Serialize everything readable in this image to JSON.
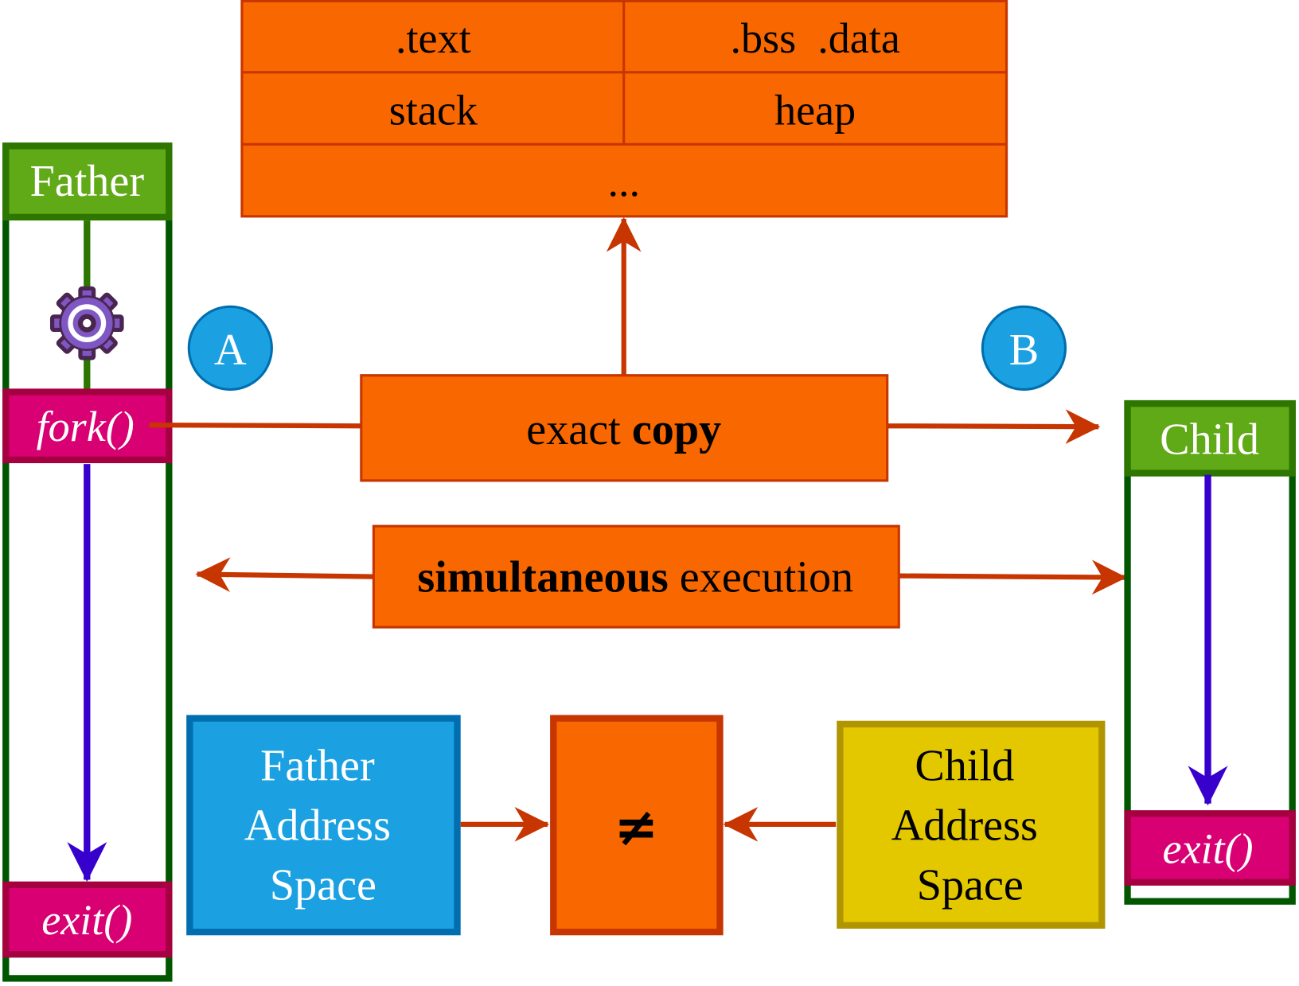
{
  "memory_table": {
    "cells": [
      ".text",
      ".bss  .data",
      "stack",
      "heap"
    ],
    "more": "..."
  },
  "father": {
    "title": "Father",
    "fork": "fork()",
    "exit": "exit()"
  },
  "child": {
    "title": "Child",
    "exit": "exit()"
  },
  "markers": {
    "a": "A",
    "b": "B"
  },
  "copy_box": {
    "normal": "exact ",
    "bold": "copy"
  },
  "exec_box": {
    "bold": "simultaneous",
    "normal": " execution"
  },
  "address_spaces": {
    "father": [
      "Father",
      "Address",
      "Space"
    ],
    "child": [
      "Child",
      "Address",
      "Space"
    ],
    "compare": "≠"
  },
  "colors": {
    "orange": "#F96800",
    "orange_border": "#C73500",
    "green": "#60A917",
    "green_border": "#2D7600",
    "column_border": "#005700",
    "magenta": "#D80073",
    "magenta_border": "#A50040",
    "blue": "#1BA1E2",
    "blue_border": "#006EAF",
    "yellow": "#E3C800",
    "yellow_border": "#B09500",
    "flow": "#3700CC"
  }
}
